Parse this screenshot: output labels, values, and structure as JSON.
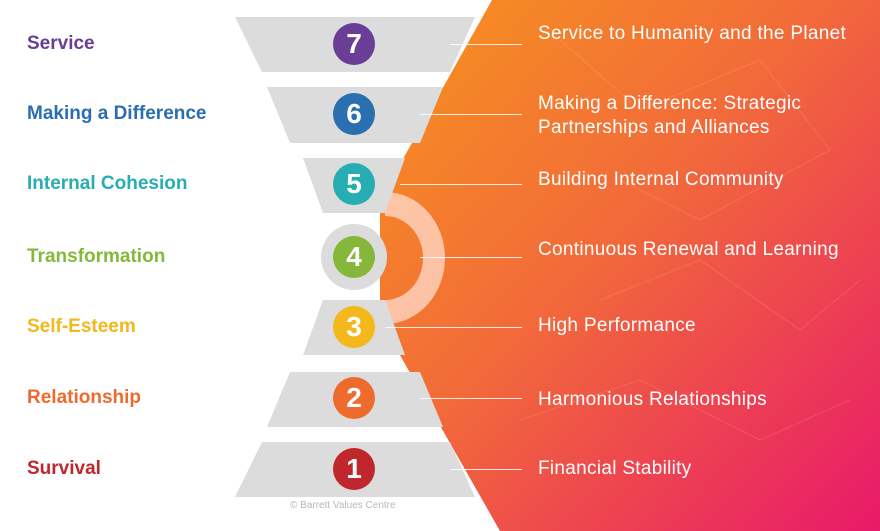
{
  "levels": [
    {
      "number": "7",
      "name": "Service",
      "description": "Service to Humanity and the Planet",
      "color": "#6a3d96"
    },
    {
      "number": "6",
      "name": "Making a Difference",
      "description": "Making a Difference: Strategic Partnerships and Alliances",
      "color": "#2a6fb0"
    },
    {
      "number": "5",
      "name": "Internal Cohesion",
      "description": "Building Internal Community",
      "color": "#26aeb2"
    },
    {
      "number": "4",
      "name": "Transformation",
      "description": "Continuous Renewal and Learning",
      "color": "#86b73b"
    },
    {
      "number": "3",
      "name": "Self-Esteem",
      "description": "High Performance",
      "color": "#f4b71c"
    },
    {
      "number": "2",
      "name": "Relationship",
      "description": "Harmonious Relationships",
      "color": "#ee6b2d"
    },
    {
      "number": "1",
      "name": "Survival",
      "description": "Financial Stability",
      "color": "#c0272d"
    }
  ],
  "footer": {
    "copyright": "© Barrett Values Centre"
  },
  "colors": {
    "funnel": "#dcdcdc",
    "gradient_start": "#f7941d",
    "gradient_end": "#e8196a"
  }
}
